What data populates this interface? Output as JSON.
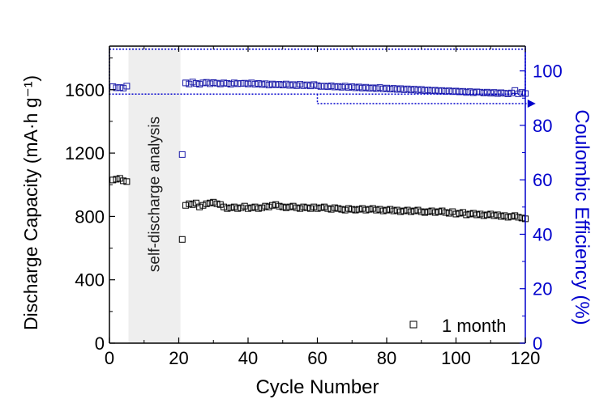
{
  "chart_data": {
    "type": "scatter",
    "xlabel": "Cycle Number",
    "ylabel_left": "Discharge Capacity (mA·h g⁻¹)",
    "ylabel_right": "Coulombic Efficiency (%)",
    "xlim": [
      0,
      120
    ],
    "ylim_left": [
      0,
      1875
    ],
    "ylim_right": [
      0,
      109.1
    ],
    "x_ticks": [
      0,
      20,
      40,
      60,
      80,
      100,
      120
    ],
    "y_ticks_left": [
      0,
      400,
      800,
      1200,
      1600
    ],
    "y_ticks_right": [
      0,
      20,
      40,
      60,
      80,
      100
    ],
    "grid": false,
    "legend_placement": "bottom-right",
    "shaded_region": {
      "x_range": [
        5.5,
        20.5
      ],
      "label": "self-discharge analysis"
    },
    "annotation_box": {
      "x_range": [
        0,
        120
      ],
      "y_range_right": [
        91.5,
        108
      ]
    },
    "arrow": {
      "from_x": 60,
      "to_x": 123,
      "y_right": 88
    },
    "colors": {
      "capacity": "#000000",
      "efficiency": "#1a1aa8",
      "axis_right": "#0000cc",
      "shade": "#eeeeee"
    },
    "series": [
      {
        "name": "1 month",
        "axis": "left",
        "x": [
          1,
          2,
          3,
          4,
          5,
          21,
          22,
          23,
          24,
          25,
          26,
          27,
          28,
          29,
          30,
          31,
          32,
          33,
          34,
          35,
          36,
          37,
          38,
          39,
          40,
          41,
          42,
          43,
          44,
          45,
          46,
          47,
          48,
          49,
          50,
          51,
          52,
          53,
          54,
          55,
          56,
          57,
          58,
          59,
          60,
          61,
          62,
          63,
          64,
          65,
          66,
          67,
          68,
          69,
          70,
          71,
          72,
          73,
          74,
          75,
          76,
          77,
          78,
          79,
          80,
          81,
          82,
          83,
          84,
          85,
          86,
          87,
          88,
          89,
          90,
          91,
          92,
          93,
          94,
          95,
          96,
          97,
          98,
          99,
          100,
          101,
          102,
          103,
          104,
          105,
          106,
          107,
          108,
          109,
          110,
          111,
          112,
          113,
          114,
          115,
          116,
          117,
          118,
          119,
          120
        ],
        "y": [
          1030,
          1035,
          1040,
          1025,
          1020,
          655,
          870,
          880,
          875,
          885,
          860,
          870,
          880,
          885,
          890,
          880,
          875,
          860,
          850,
          855,
          860,
          850,
          855,
          865,
          850,
          855,
          860,
          850,
          855,
          865,
          860,
          870,
          875,
          865,
          860,
          855,
          860,
          865,
          855,
          850,
          860,
          855,
          850,
          860,
          850,
          855,
          860,
          850,
          845,
          855,
          850,
          845,
          840,
          850,
          845,
          840,
          845,
          850,
          840,
          845,
          850,
          840,
          845,
          835,
          840,
          845,
          835,
          840,
          830,
          835,
          840,
          830,
          835,
          840,
          830,
          825,
          830,
          835,
          825,
          830,
          835,
          825,
          820,
          830,
          815,
          820,
          825,
          810,
          815,
          820,
          810,
          815,
          805,
          810,
          815,
          805,
          810,
          800,
          805,
          795,
          800,
          805,
          795,
          790,
          785
        ]
      },
      {
        "axis": "right",
        "x": [
          1,
          2,
          3,
          4,
          5,
          21,
          22,
          23,
          24,
          25,
          26,
          27,
          28,
          29,
          30,
          31,
          32,
          33,
          34,
          35,
          36,
          37,
          38,
          39,
          40,
          41,
          42,
          43,
          44,
          45,
          46,
          47,
          48,
          49,
          50,
          51,
          52,
          53,
          54,
          55,
          56,
          57,
          58,
          59,
          60,
          61,
          62,
          63,
          64,
          65,
          66,
          67,
          68,
          69,
          70,
          71,
          72,
          73,
          74,
          75,
          76,
          77,
          78,
          79,
          80,
          81,
          82,
          83,
          84,
          85,
          86,
          87,
          88,
          89,
          90,
          91,
          92,
          93,
          94,
          95,
          96,
          97,
          98,
          99,
          100,
          101,
          102,
          103,
          104,
          105,
          106,
          107,
          108,
          109,
          110,
          111,
          112,
          113,
          114,
          115,
          116,
          117,
          118,
          119,
          120
        ],
        "y": [
          94.2,
          93.8,
          93.9,
          93.7,
          94.4,
          69.3,
          95.6,
          95.2,
          95.9,
          95.4,
          95.1,
          95.6,
          95.8,
          95.3,
          95.7,
          95.5,
          95.2,
          95.6,
          95.4,
          95.1,
          95.6,
          95.3,
          95.4,
          95.5,
          95.2,
          95.6,
          95.1,
          95.4,
          95.0,
          95.3,
          94.8,
          95.2,
          94.9,
          95.1,
          94.8,
          95.2,
          94.7,
          95.0,
          94.6,
          95.1,
          94.6,
          94.9,
          94.5,
          95.0,
          94.6,
          94.3,
          94.4,
          94.2,
          94.5,
          94.1,
          94.3,
          94.0,
          94.4,
          93.9,
          94.2,
          93.8,
          94.1,
          93.7,
          94.0,
          93.6,
          93.8,
          93.5,
          93.9,
          93.4,
          93.7,
          93.3,
          93.6,
          93.2,
          93.5,
          93.1,
          93.4,
          93.0,
          93.3,
          92.9,
          93.2,
          92.8,
          93.0,
          92.7,
          92.9,
          92.6,
          92.8,
          92.5,
          92.7,
          92.4,
          92.6,
          92.3,
          92.5,
          92.1,
          92.4,
          92.0,
          92.3,
          92.2,
          91.9,
          92.2,
          91.8,
          92.1,
          91.7,
          92.0,
          91.8,
          91.6,
          91.9,
          92.8,
          91.6,
          92.1,
          91.7
        ]
      }
    ]
  }
}
